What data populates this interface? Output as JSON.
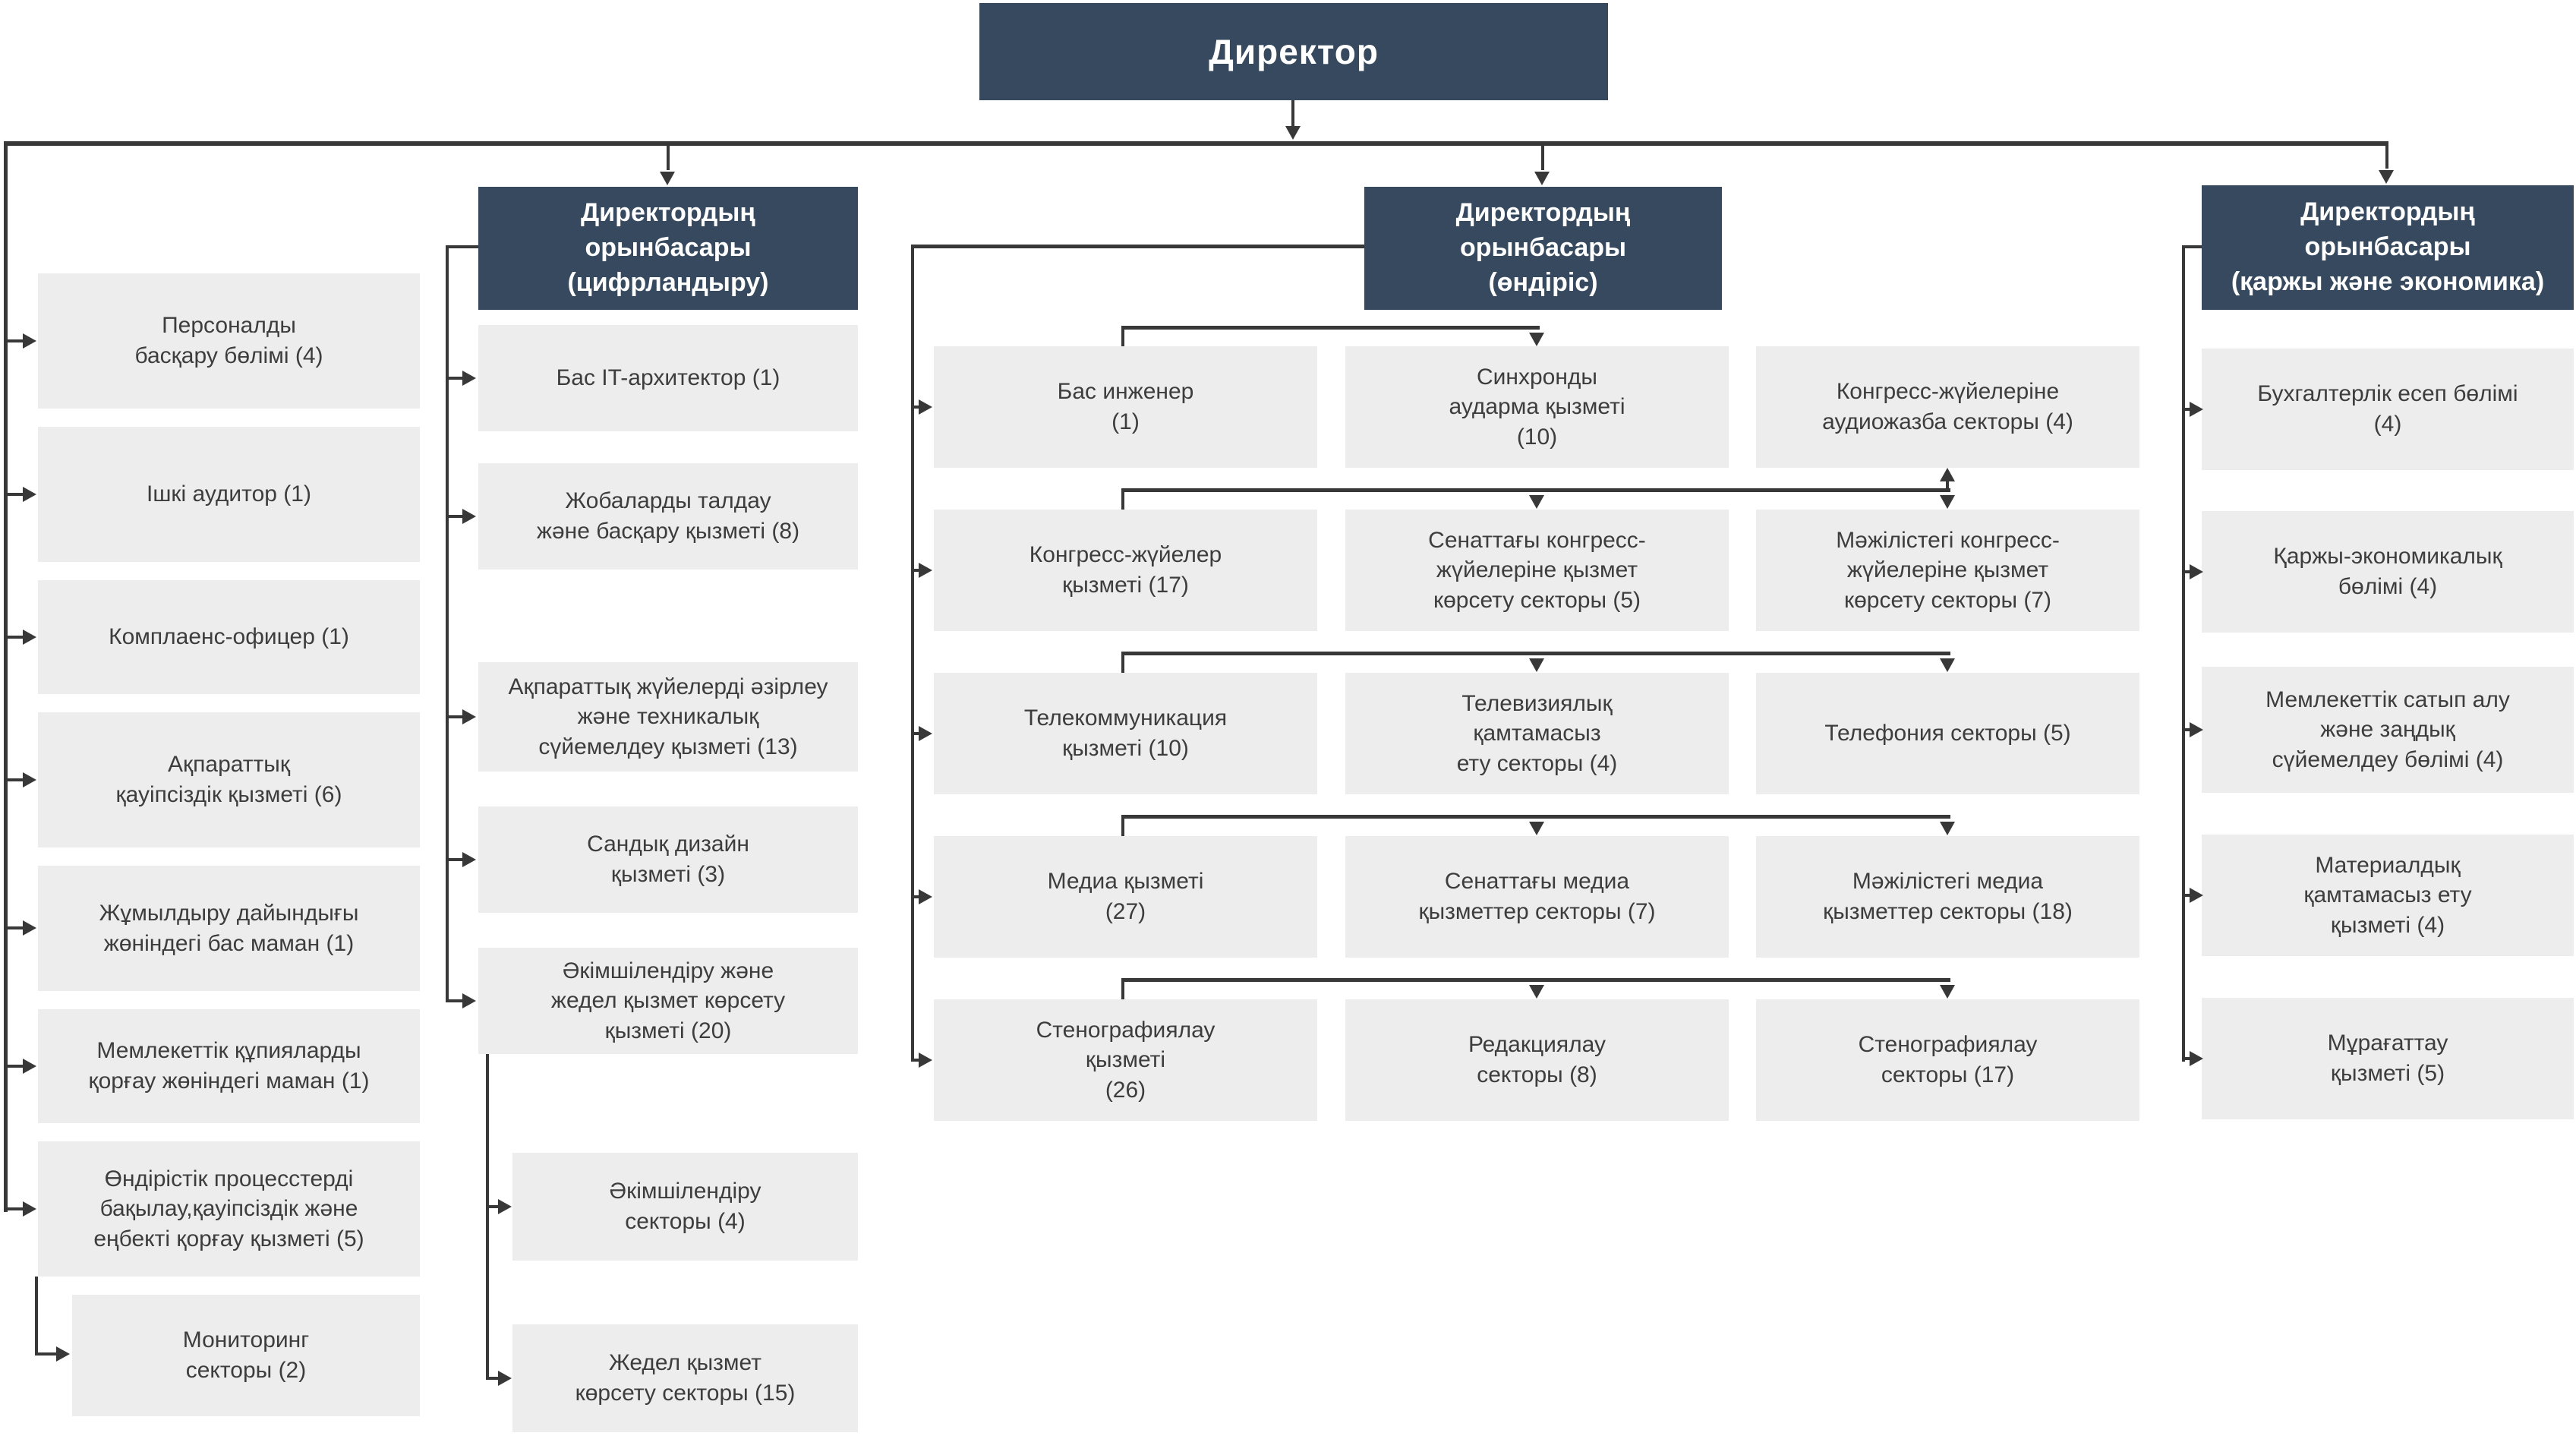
{
  "director": {
    "label": "Директор"
  },
  "left_column": {
    "items": [
      "Персоналды\nбасқару бөлімі (4)",
      "Ішкі аудитор (1)",
      "Комплаенс-офицер (1)",
      "Ақпараттық\nқауіпсіздік қызметі (6)",
      "Жұмылдыру дайындығы\nжөніндегі бас маман (1)",
      "Мемлекеттік құпияларды\nқорғау жөніндегі маман (1)",
      "Өндірістік процесстерді\nбақылау,қауіпсіздік және\nеңбекті қорғау қызметі (5)"
    ],
    "sub_item": "Мониторинг\nсекторы (2)"
  },
  "digitalization": {
    "header": "Директордың\nорынбасары\n(цифрландыру)",
    "items": [
      "Бас IT-архитектор (1)",
      "Жобаларды талдау\nжәне басқару қызметі (8)",
      "Ақпараттық жүйелерді әзірлеу\nжәне техникалық\nсүйемелдеу қызметі (13)",
      "Сандық дизайн\nқызметі (3)",
      "Әкімшілендіру және\nжедел қызмет көрсету\nқызметі (20)"
    ],
    "sub_items": [
      "Әкімшілендіру\nсекторы (4)",
      "Жедел қызмет\nкөрсету секторы (15)"
    ]
  },
  "production": {
    "header": "Директордың\nорынбасары\n(өндіріс)",
    "rows": [
      [
        "Бас инженер\n(1)",
        "Синхронды\nаударма қызметі\n(10)",
        "Конгресс-жүйелеріне\nаудиожазба секторы (4)"
      ],
      [
        "Конгресс-жүйелер\nқызметі (17)",
        "Сенаттағы конгресс-\nжүйелеріне қызмет\nкөрсету секторы (5)",
        "Мәжілістегі конгресс-\nжүйелеріне қызмет\nкөрсету секторы (7)"
      ],
      [
        "Телекоммуникация\nқызметі (10)",
        "Телевизиялық\nқамтамасыз\nету секторы (4)",
        "Телефония секторы (5)"
      ],
      [
        "Медиа қызметі\n(27)",
        "Сенаттағы медиа\nқызметтер секторы (7)",
        "Мәжілістегі медиа\nқызметтер секторы (18)"
      ],
      [
        "Стенографиялау\nқызметі\n(26)",
        "Редакциялау\nсекторы (8)",
        "Стенографиялау\nсекторы (17)"
      ]
    ]
  },
  "finance": {
    "header": "Директордың\nорынбасары\n(қаржы және экономика)",
    "items": [
      "Бухгалтерлік есеп бөлімі\n(4)",
      "Қаржы-экономикалық\nбөлімі (4)",
      "Мемлекеттік сатып алу\nжәне заңдық\nсүйемелдеу бөлімі (4)",
      "Материалдық\nқамтамасыз ету\nқызметі (4)",
      "Мұрағаттау\nқызметі (5)"
    ]
  },
  "colors": {
    "header_bg": "#36495e",
    "node_bg": "#ededed",
    "line": "#383838",
    "text": "#3d3d3d",
    "header_text": "#ffffff"
  }
}
